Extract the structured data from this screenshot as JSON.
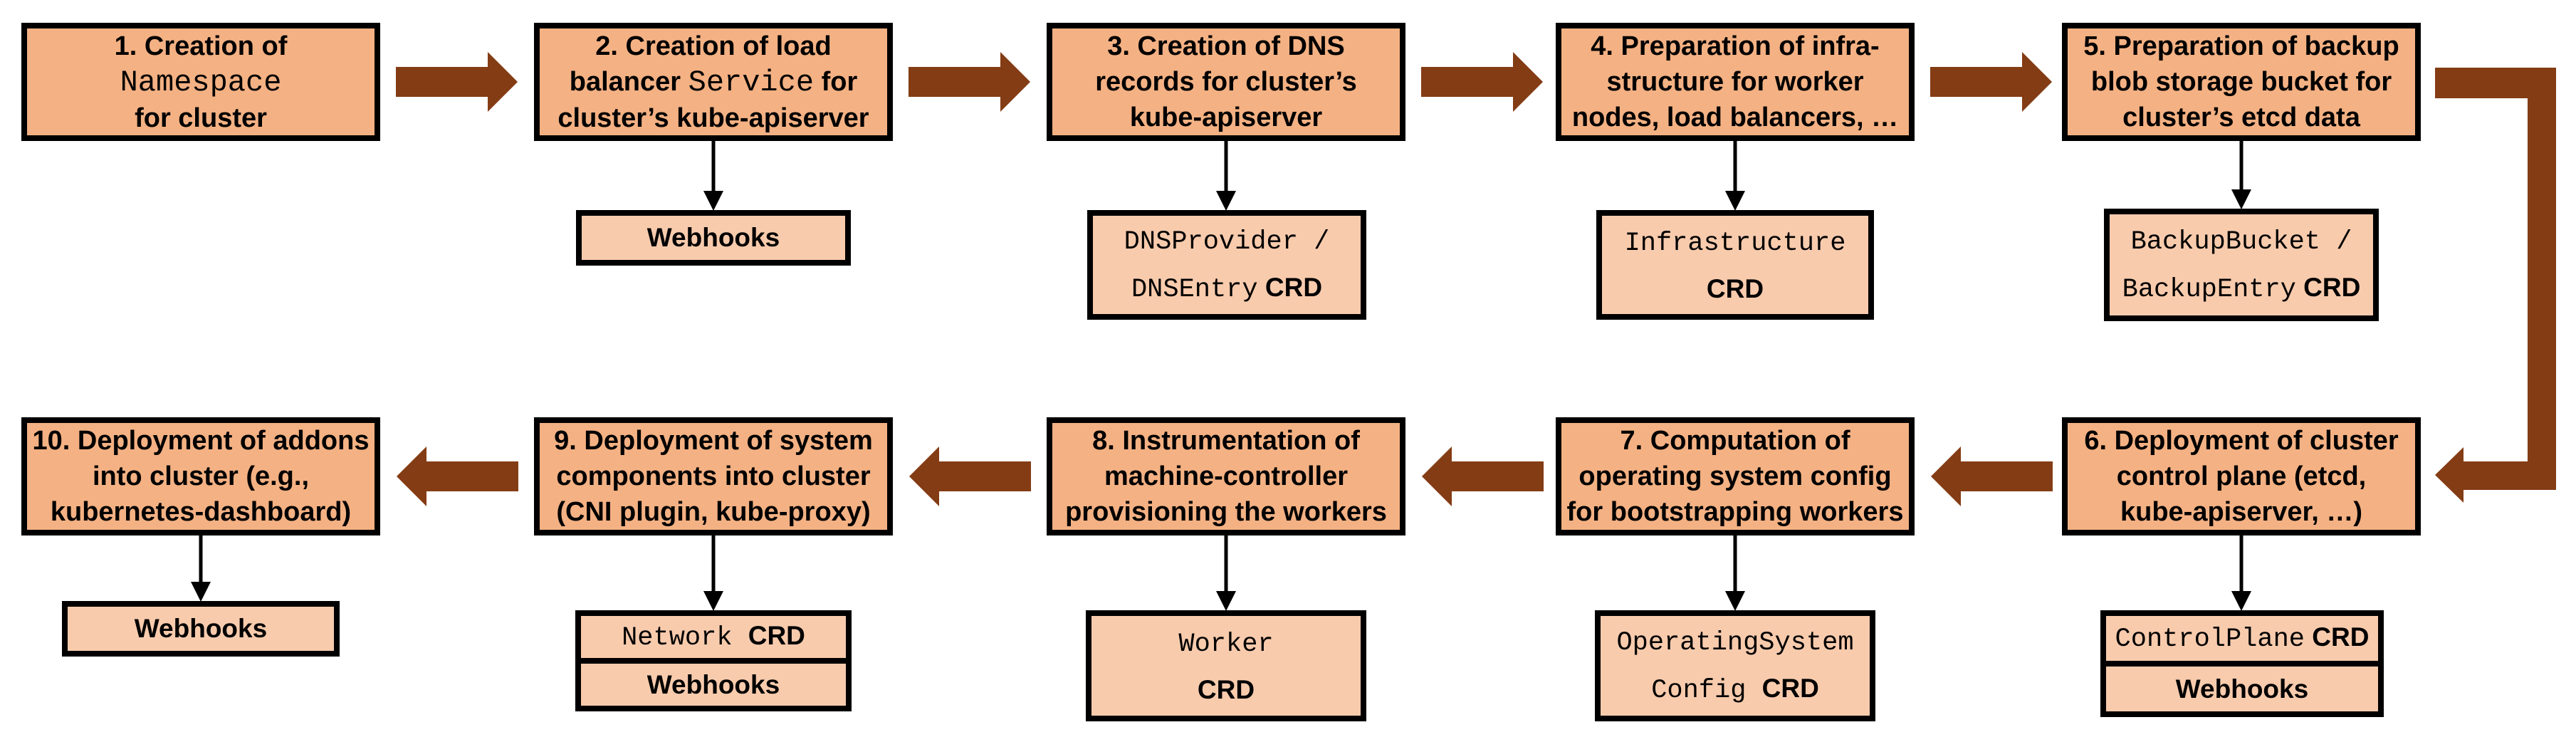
{
  "colors": {
    "step_fill": "#F4B183",
    "sub_fill": "#F8CBAD",
    "arrow": "#843C14",
    "border": "#000000"
  },
  "steps": [
    {
      "id": 1,
      "label_lines": [
        [
          {
            "t": "1. Creation of",
            "f": "b"
          }
        ],
        [
          {
            "t": "Namespace",
            "f": "m"
          }
        ],
        [
          {
            "t": "for cluster",
            "f": "b"
          }
        ]
      ],
      "sub_boxes": []
    },
    {
      "id": 2,
      "label_lines": [
        [
          {
            "t": "2. Creation of load",
            "f": "b"
          }
        ],
        [
          {
            "t": "balancer ",
            "f": "b"
          },
          {
            "t": "Service",
            "f": "m"
          },
          {
            "t": " for",
            "f": "b"
          }
        ],
        [
          {
            "t": "cluster’s kube-apiserver",
            "f": "b"
          }
        ]
      ],
      "sub_boxes": [
        {
          "name": "webhooks",
          "lines": [
            [
              {
                "t": "Webhooks",
                "f": "b"
              }
            ]
          ]
        }
      ]
    },
    {
      "id": 3,
      "label_lines": [
        [
          {
            "t": "3. Creation of DNS",
            "f": "b"
          }
        ],
        [
          {
            "t": "records for cluster’s",
            "f": "b"
          }
        ],
        [
          {
            "t": "kube-apiserver",
            "f": "b"
          }
        ]
      ],
      "sub_boxes": [
        {
          "name": "dnsprovider-dnsentry-crd",
          "lines": [
            [
              {
                "t": "DNSProvider /",
                "f": "m"
              }
            ],
            [
              {
                "t": "DNSEntry",
                "f": "m"
              },
              {
                "t": " CRD",
                "f": "b"
              }
            ]
          ]
        }
      ]
    },
    {
      "id": 4,
      "label_lines": [
        [
          {
            "t": "4. Preparation of infra-",
            "f": "b"
          }
        ],
        [
          {
            "t": "structure for worker",
            "f": "b"
          }
        ],
        [
          {
            "t": "nodes, load balancers, …",
            "f": "b"
          }
        ]
      ],
      "sub_boxes": [
        {
          "name": "infrastructure-crd",
          "lines": [
            [
              {
                "t": "Infrastructure",
                "f": "m"
              }
            ],
            [
              {
                "t": "CRD",
                "f": "b"
              }
            ]
          ]
        }
      ]
    },
    {
      "id": 5,
      "label_lines": [
        [
          {
            "t": "5. Preparation of backup",
            "f": "b"
          }
        ],
        [
          {
            "t": "blob storage bucket for",
            "f": "b"
          }
        ],
        [
          {
            "t": "cluster’s etcd data",
            "f": "b"
          }
        ]
      ],
      "sub_boxes": [
        {
          "name": "backupbucket-backupentry-crd",
          "lines": [
            [
              {
                "t": "BackupBucket /",
                "f": "m"
              }
            ],
            [
              {
                "t": "BackupEntry",
                "f": "m"
              },
              {
                "t": " CRD",
                "f": "b"
              }
            ]
          ]
        }
      ]
    },
    {
      "id": 6,
      "label_lines": [
        [
          {
            "t": "6. Deployment of cluster",
            "f": "b"
          }
        ],
        [
          {
            "t": "control plane (etcd,",
            "f": "b"
          }
        ],
        [
          {
            "t": "kube-apiserver, …)",
            "f": "b"
          }
        ]
      ],
      "sub_boxes": [
        {
          "name": "controlplane-crd",
          "lines": [
            [
              {
                "t": "ControlPlane",
                "f": "m"
              },
              {
                "t": " CRD",
                "f": "b"
              }
            ]
          ]
        },
        {
          "name": "webhooks",
          "lines": [
            [
              {
                "t": "Webhooks",
                "f": "b"
              }
            ]
          ]
        }
      ]
    },
    {
      "id": 7,
      "label_lines": [
        [
          {
            "t": "7. Computation of",
            "f": "b"
          }
        ],
        [
          {
            "t": "operating system config",
            "f": "b"
          }
        ],
        [
          {
            "t": "for bootstrapping workers",
            "f": "b"
          }
        ]
      ],
      "sub_boxes": [
        {
          "name": "operatingsystemconfig-crd",
          "lines": [
            [
              {
                "t": "OperatingSystem",
                "f": "m"
              }
            ],
            [
              {
                "t": "Config ",
                "f": "m"
              },
              {
                "t": "CRD",
                "f": "b"
              }
            ]
          ]
        }
      ]
    },
    {
      "id": 8,
      "label_lines": [
        [
          {
            "t": "8. Instrumentation of",
            "f": "b"
          }
        ],
        [
          {
            "t": "machine-controller",
            "f": "b"
          }
        ],
        [
          {
            "t": "provisioning the workers",
            "f": "b"
          }
        ]
      ],
      "sub_boxes": [
        {
          "name": "worker-crd",
          "lines": [
            [
              {
                "t": "Worker",
                "f": "m"
              }
            ],
            [
              {
                "t": "CRD",
                "f": "b"
              }
            ]
          ]
        }
      ]
    },
    {
      "id": 9,
      "label_lines": [
        [
          {
            "t": "9. Deployment of system",
            "f": "b"
          }
        ],
        [
          {
            "t": "components into cluster",
            "f": "b"
          }
        ],
        [
          {
            "t": "(CNI plugin, kube-proxy)",
            "f": "b"
          }
        ]
      ],
      "sub_boxes": [
        {
          "name": "network-crd",
          "lines": [
            [
              {
                "t": "Network ",
                "f": "m"
              },
              {
                "t": "CRD",
                "f": "b"
              }
            ]
          ]
        },
        {
          "name": "webhooks",
          "lines": [
            [
              {
                "t": "Webhooks",
                "f": "b"
              }
            ]
          ]
        }
      ]
    },
    {
      "id": 10,
      "label_lines": [
        [
          {
            "t": "10. Deployment of addons",
            "f": "b"
          }
        ],
        [
          {
            "t": "into cluster (e.g.,",
            "f": "b"
          }
        ],
        [
          {
            "t": "kubernetes-dashboard)",
            "f": "b"
          }
        ]
      ],
      "sub_boxes": [
        {
          "name": "webhooks",
          "lines": [
            [
              {
                "t": "Webhooks",
                "f": "b"
              }
            ]
          ]
        }
      ]
    }
  ]
}
